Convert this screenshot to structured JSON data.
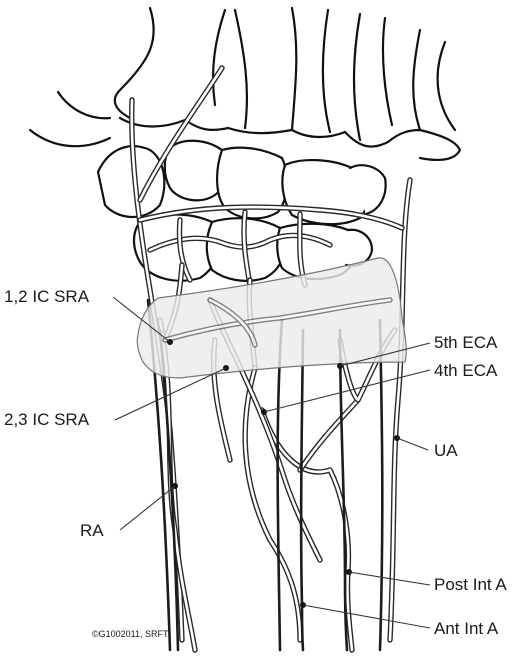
{
  "labels": {
    "ic_sra_12": "1,2 IC SRA",
    "ic_sra_23": "2,3 IC SRA",
    "ra": "RA",
    "eca_5th": "5th ECA",
    "eca_4th": "4th ECA",
    "ua": "UA",
    "post_int_a": "Post Int A",
    "ant_int_a": "Ant Int A"
  },
  "copyright": "©G1002011, SRFT"
}
